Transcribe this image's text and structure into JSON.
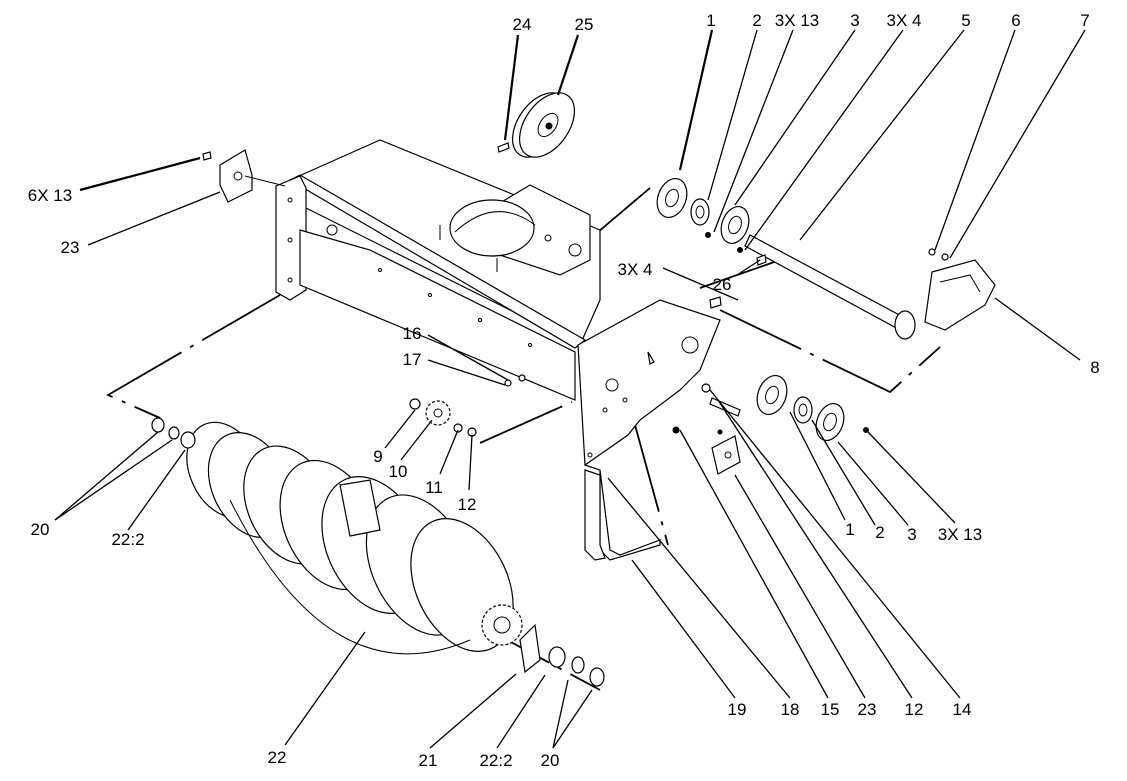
{
  "callouts": [
    {
      "id": "lbl-24",
      "text": "24"
    },
    {
      "id": "lbl-25",
      "text": "25"
    },
    {
      "id": "lbl-1-top",
      "text": "1"
    },
    {
      "id": "lbl-2-top",
      "text": "2"
    },
    {
      "id": "lbl-3x13-top",
      "text": "3X 13"
    },
    {
      "id": "lbl-3-top",
      "text": "3"
    },
    {
      "id": "lbl-3x4-top",
      "text": "3X 4"
    },
    {
      "id": "lbl-5",
      "text": "5"
    },
    {
      "id": "lbl-6",
      "text": "6"
    },
    {
      "id": "lbl-7",
      "text": "7"
    },
    {
      "id": "lbl-6x13",
      "text": "6X 13"
    },
    {
      "id": "lbl-23-left",
      "text": "23"
    },
    {
      "id": "lbl-3x4-mid",
      "text": "3X 4"
    },
    {
      "id": "lbl-26",
      "text": "26"
    },
    {
      "id": "lbl-8",
      "text": "8"
    },
    {
      "id": "lbl-16",
      "text": "16"
    },
    {
      "id": "lbl-17",
      "text": "17"
    },
    {
      "id": "lbl-9",
      "text": "9"
    },
    {
      "id": "lbl-10",
      "text": "10"
    },
    {
      "id": "lbl-11",
      "text": "11"
    },
    {
      "id": "lbl-12-left",
      "text": "12"
    },
    {
      "id": "lbl-20-left",
      "text": "20"
    },
    {
      "id": "lbl-22-2-left",
      "text": "22:2"
    },
    {
      "id": "lbl-1-right",
      "text": "1"
    },
    {
      "id": "lbl-2-right",
      "text": "2"
    },
    {
      "id": "lbl-3-right",
      "text": "3"
    },
    {
      "id": "lbl-3x13-right",
      "text": "3X 13"
    },
    {
      "id": "lbl-19",
      "text": "19"
    },
    {
      "id": "lbl-18",
      "text": "18"
    },
    {
      "id": "lbl-15",
      "text": "15"
    },
    {
      "id": "lbl-23-bottom",
      "text": "23"
    },
    {
      "id": "lbl-12-bottom",
      "text": "12"
    },
    {
      "id": "lbl-14",
      "text": "14"
    },
    {
      "id": "lbl-22",
      "text": "22"
    },
    {
      "id": "lbl-21",
      "text": "21"
    },
    {
      "id": "lbl-22-2-bottom",
      "text": "22:2"
    },
    {
      "id": "lbl-20-bottom",
      "text": "20"
    }
  ]
}
